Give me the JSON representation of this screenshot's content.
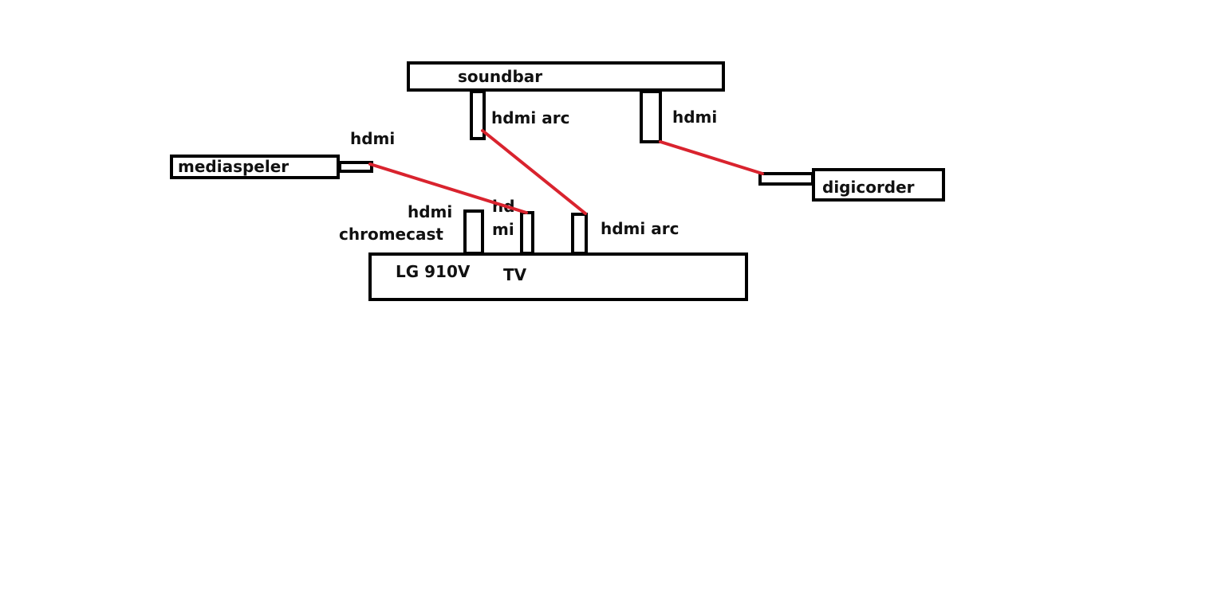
{
  "colors": {
    "outline": "#000000",
    "cable": "#d9232e",
    "background": "#ffffff"
  },
  "devices": {
    "soundbar": "soundbar",
    "mediaspeler": "mediaspeler",
    "digicorder": "digicorder",
    "tv_model": "LG 910V",
    "tv": "TV",
    "chromecast": "chromecast"
  },
  "ports": {
    "soundbar_arc": "hdmi arc",
    "soundbar_hdmi": "hdmi",
    "mediaspeler_hdmi": "hdmi",
    "tv_chromecast_hdmi": "hdmi",
    "tv_hdmi_line1": "hd",
    "tv_hdmi_line2": "mi",
    "tv_arc": "hdmi arc"
  },
  "connections": [
    {
      "from": "mediaspeler hdmi",
      "to": "TV hdmi"
    },
    {
      "from": "soundbar hdmi arc",
      "to": "TV hdmi arc"
    },
    {
      "from": "soundbar hdmi",
      "to": "digicorder"
    }
  ]
}
